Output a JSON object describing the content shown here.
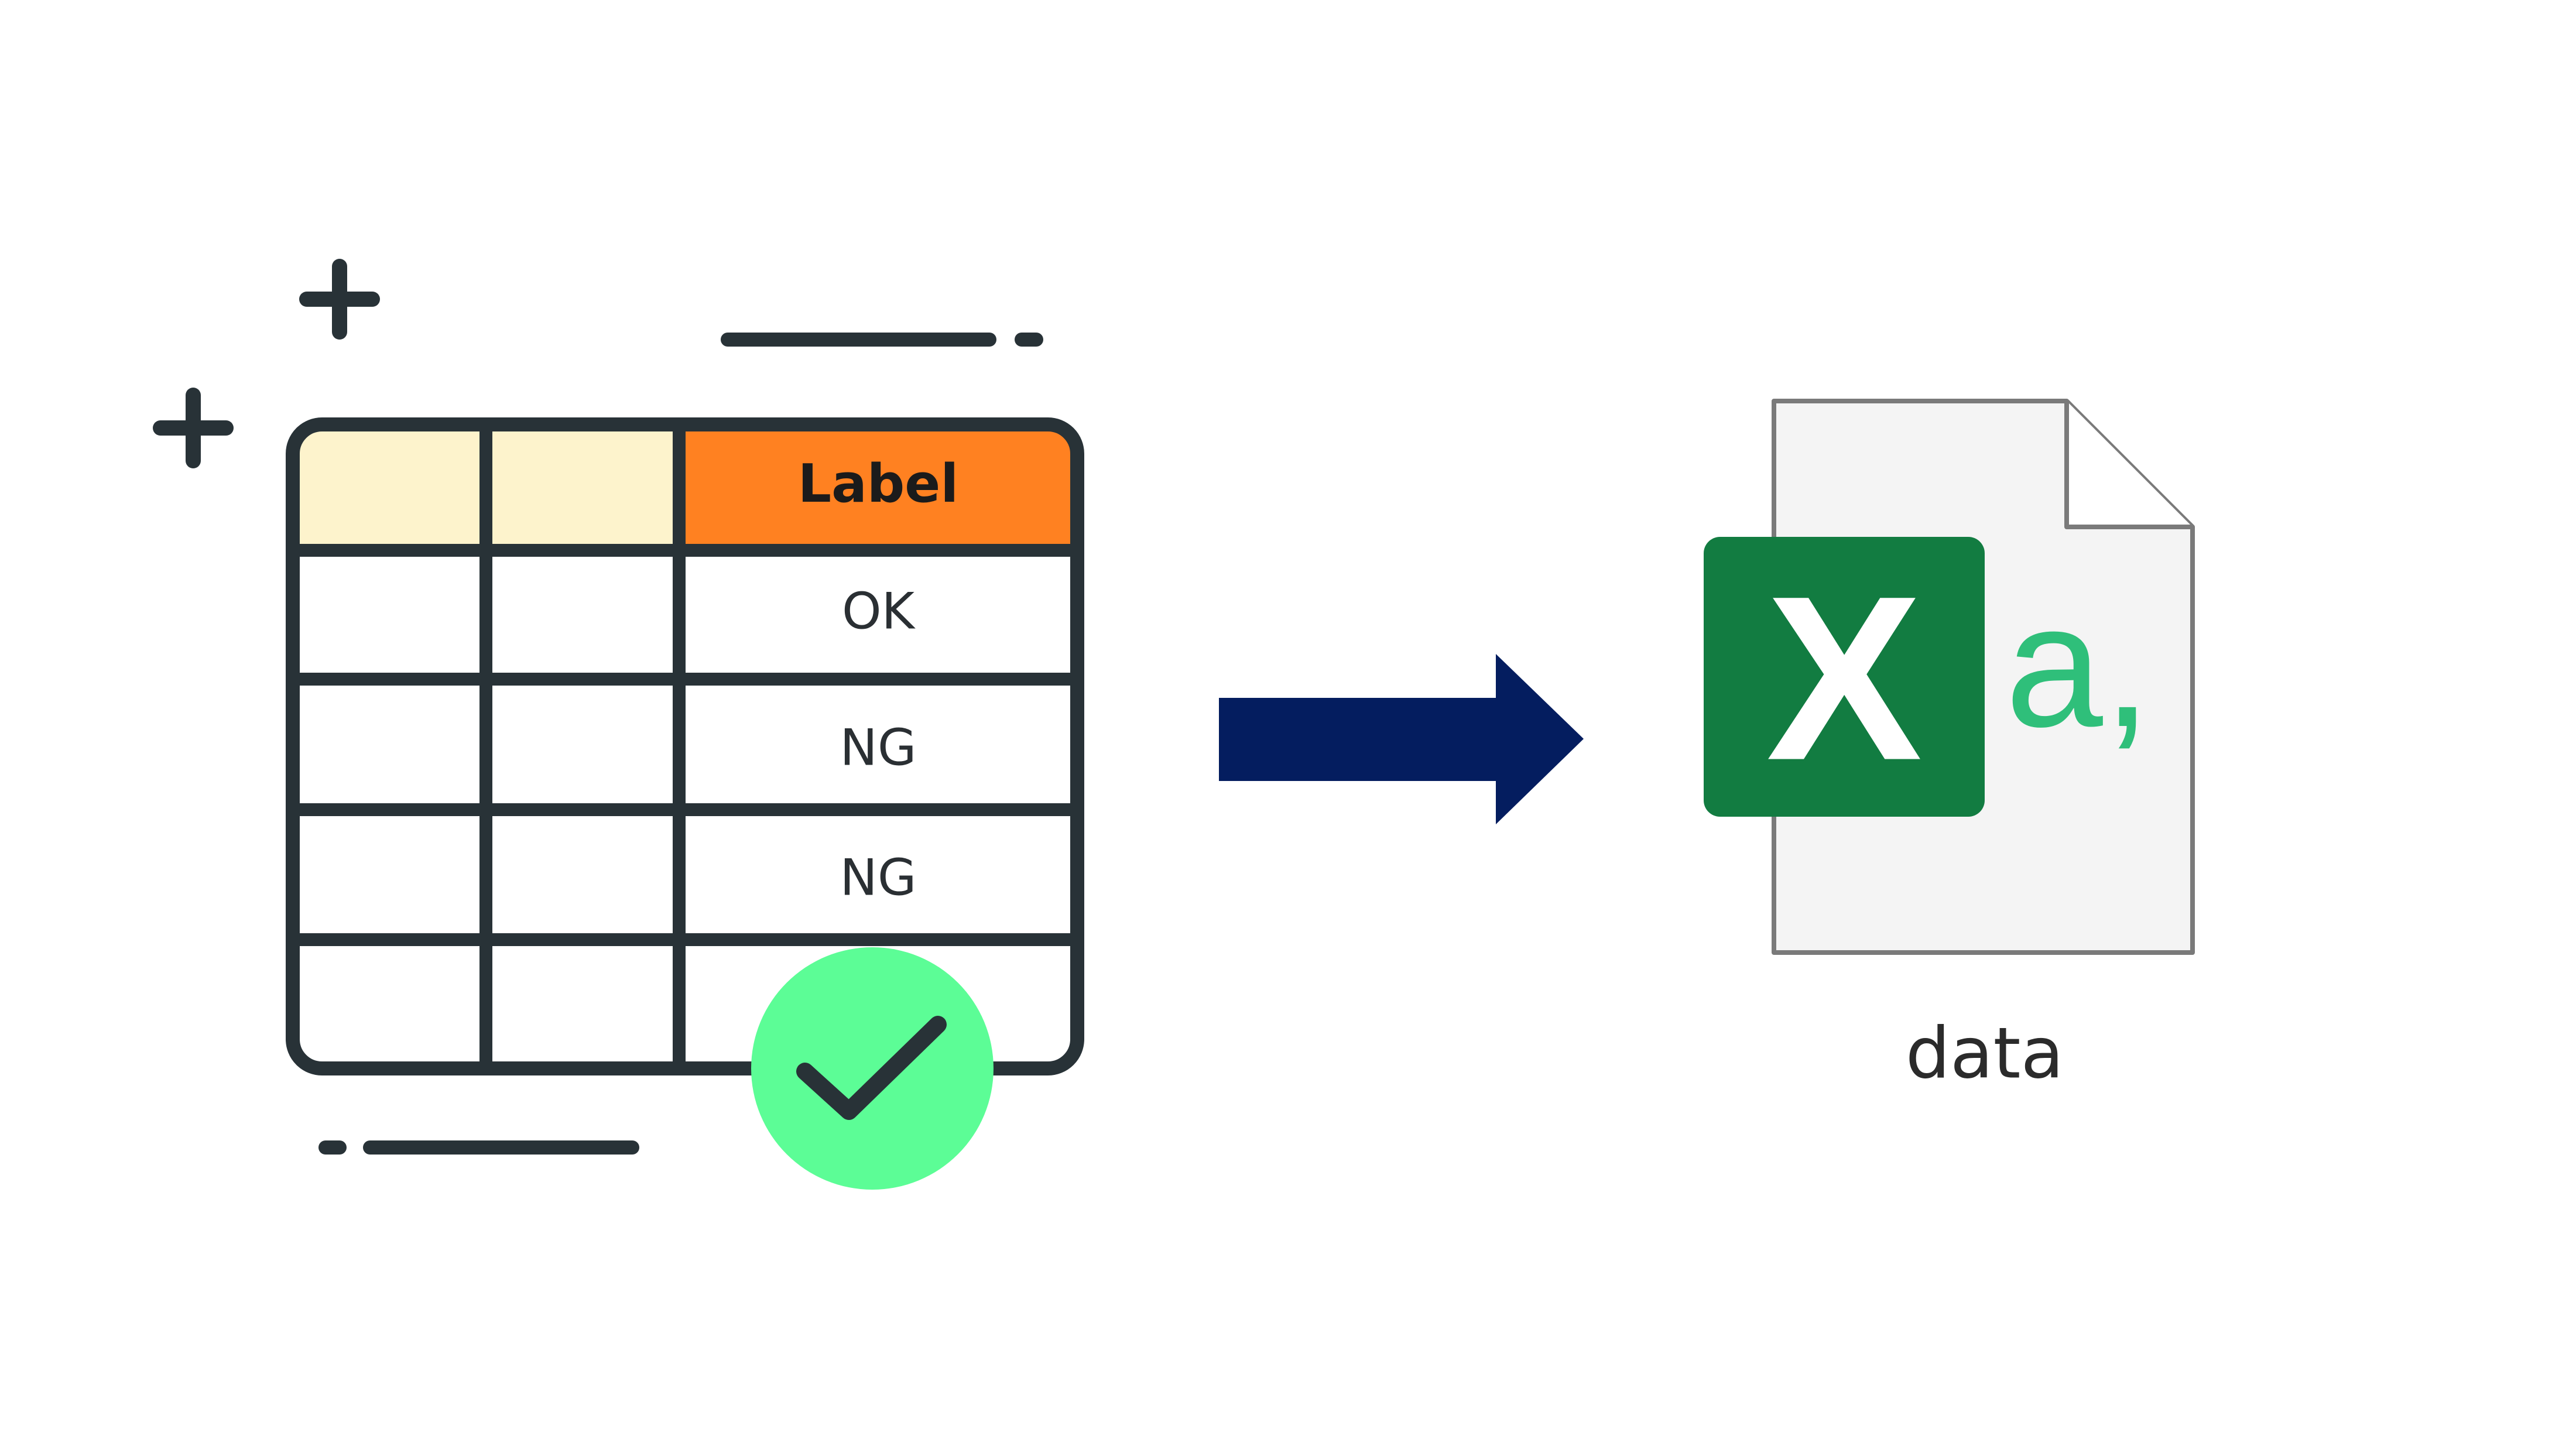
{
  "table": {
    "header_label": "Label",
    "rows": [
      "OK",
      "NG",
      "NG",
      ""
    ]
  },
  "file": {
    "name": "data",
    "icon_letter": "X",
    "icon_badge": "a,"
  },
  "colors": {
    "outline": "#283237",
    "header_light": "#fdf3cc",
    "header_accent": "#ff8121",
    "check_badge": "#5cfd96",
    "arrow": "#041d5f",
    "excel_green": "#127c41",
    "excel_badge": "#2fbf7a",
    "file_page": "#f4f4f4"
  },
  "icons": [
    "plus-icon",
    "check-icon",
    "arrow-right-icon",
    "excel-file-icon"
  ]
}
